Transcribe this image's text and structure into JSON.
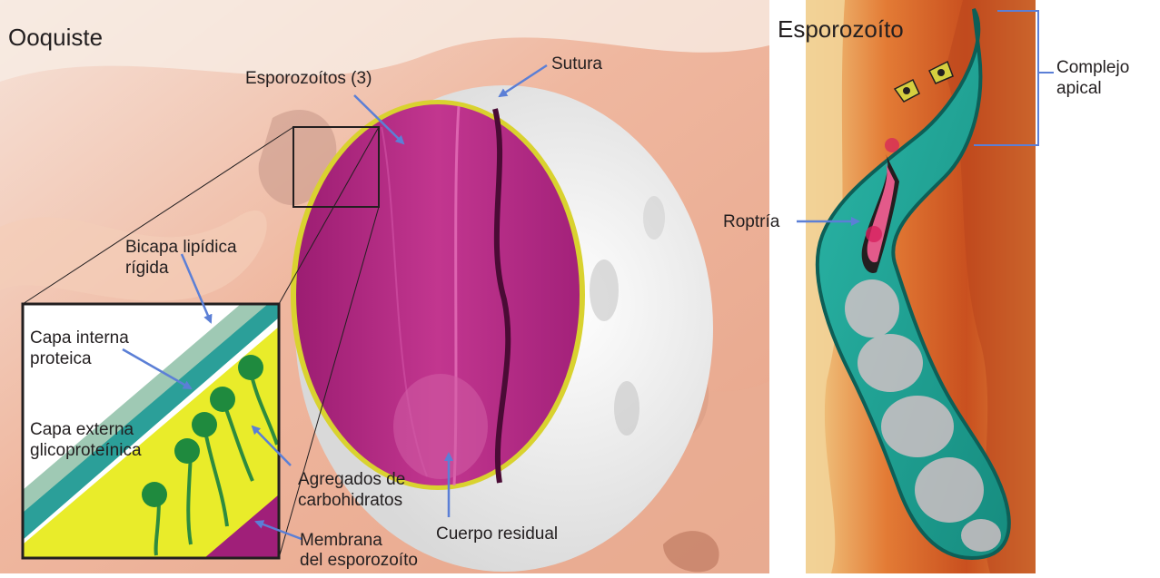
{
  "panels": {
    "oocyst": {
      "title": "Ooquiste"
    },
    "sporozoite": {
      "title": "Esporozoíto"
    }
  },
  "labels": {
    "sporozoites_count": "Esporozoítos (3)",
    "suture": "Sutura",
    "rigid_lipid_bilayer_1": "Bicapa lipídica",
    "rigid_lipid_bilayer_2": "rígida",
    "inner_protein_layer_1": "Capa interna",
    "inner_protein_layer_2": "proteica",
    "outer_glycoprotein_layer_1": "Capa externa",
    "outer_glycoprotein_layer_2": "glicoproteínica",
    "carbohydrate_aggregates_1": "Agregados de",
    "carbohydrate_aggregates_2": "carbohidratos",
    "sporozoite_membrane_1": "Membrana",
    "sporozoite_membrane_2": "del esporozoíto",
    "residual_body": "Cuerpo residual",
    "rhoptry": "Roptría",
    "apical_complex_1": "Complejo",
    "apical_complex_2": "apical"
  },
  "colors": {
    "arrow": "#5b7fd6",
    "wall_yellow": "#d6cf3f",
    "sporozoite_magenta": "#b0277f",
    "oocyst_shell": "#f1f1f1",
    "sporozoite_teal": "#22a79a",
    "tissue_orange": "#d8622a"
  }
}
